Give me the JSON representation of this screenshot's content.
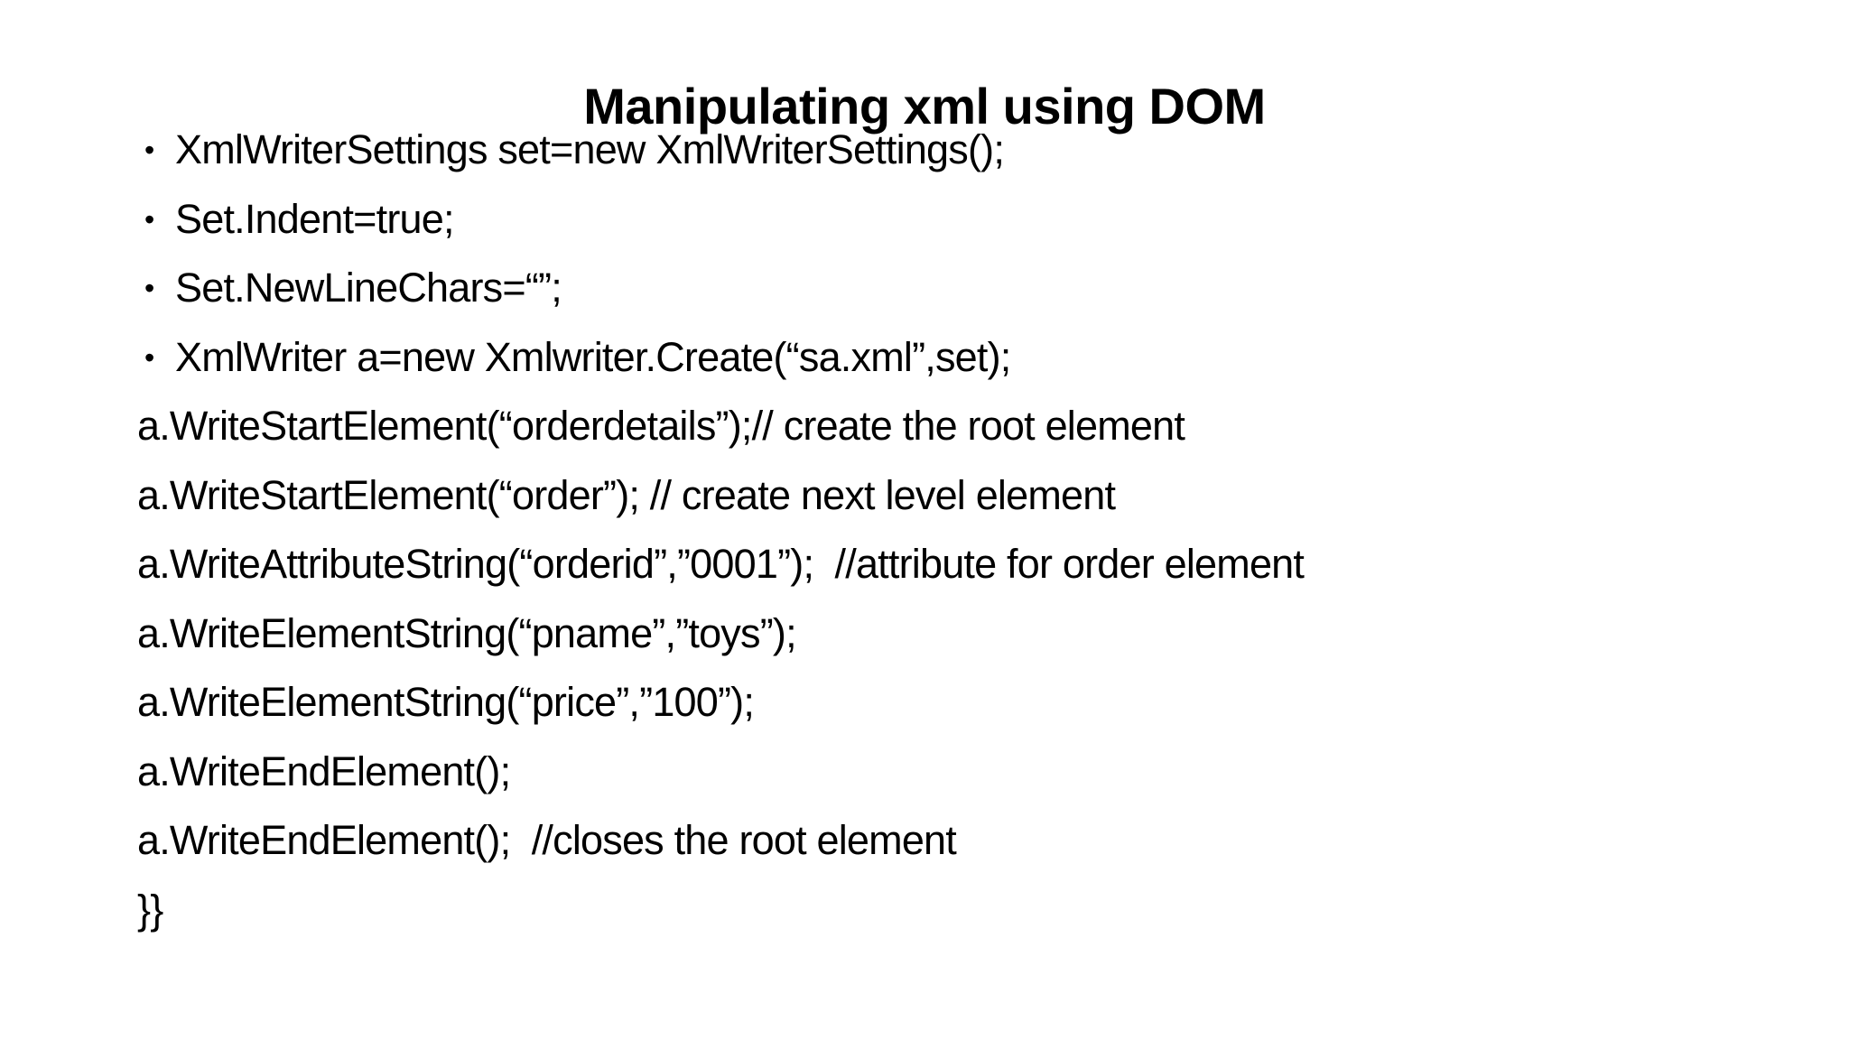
{
  "slide": {
    "title": "Manipulating xml using DOM",
    "bullet_char": "•",
    "lines": [
      {
        "bullet": true,
        "text": "XmlWriterSettings set=new XmlWriterSettings();"
      },
      {
        "bullet": true,
        "text": "Set.Indent=true;"
      },
      {
        "bullet": true,
        "text": "Set.NewLineChars=“”;"
      },
      {
        "bullet": true,
        "text": "XmlWriter a=new Xmlwriter.Create(“sa.xml”,set);"
      },
      {
        "bullet": false,
        "text": "a.WriteStartElement(“orderdetails”);// create the root element"
      },
      {
        "bullet": false,
        "text": "a.WriteStartElement(“order”); // create next level element"
      },
      {
        "bullet": false,
        "text": "a.WriteAttributeString(“orderid”,”0001”);  //attribute for order element"
      },
      {
        "bullet": false,
        "text": "a.WriteElementString(“pname”,”toys”);"
      },
      {
        "bullet": false,
        "text": "a.WriteElementString(“price”,”100”);"
      },
      {
        "bullet": false,
        "text": "a.WriteEndElement();"
      },
      {
        "bullet": false,
        "text": "a.WriteEndElement();  //closes the root element"
      },
      {
        "bullet": false,
        "text": "}}"
      }
    ]
  },
  "colors": {
    "background": "#ffffff",
    "text": "#000000"
  }
}
